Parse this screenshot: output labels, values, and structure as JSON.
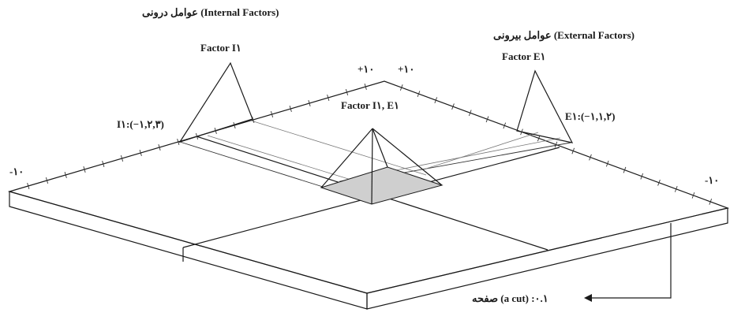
{
  "labels": {
    "internal_title": "عوامل درونی (Internal Factors)",
    "external_title": "عوامل بیرونی (External Factors)",
    "factor_i1": "Factor I۱",
    "factor_e1": "Factor E۱",
    "factor_i1_e1": "Factor I۱, E۱",
    "i1_coords": "I۱:(−۱,۲,۳)",
    "e1_coords": "E۱:(−۱,۱,۲)",
    "axis_pos_left": "+۱۰",
    "axis_pos_right": "+۱۰",
    "axis_neg_left": "-۱۰",
    "axis_neg_right": "-۱۰",
    "plate_label": "صفحه (a cut) :۰.۱"
  },
  "colors": {
    "line": "#1a1a1a",
    "shade": "#cfcfcf"
  }
}
